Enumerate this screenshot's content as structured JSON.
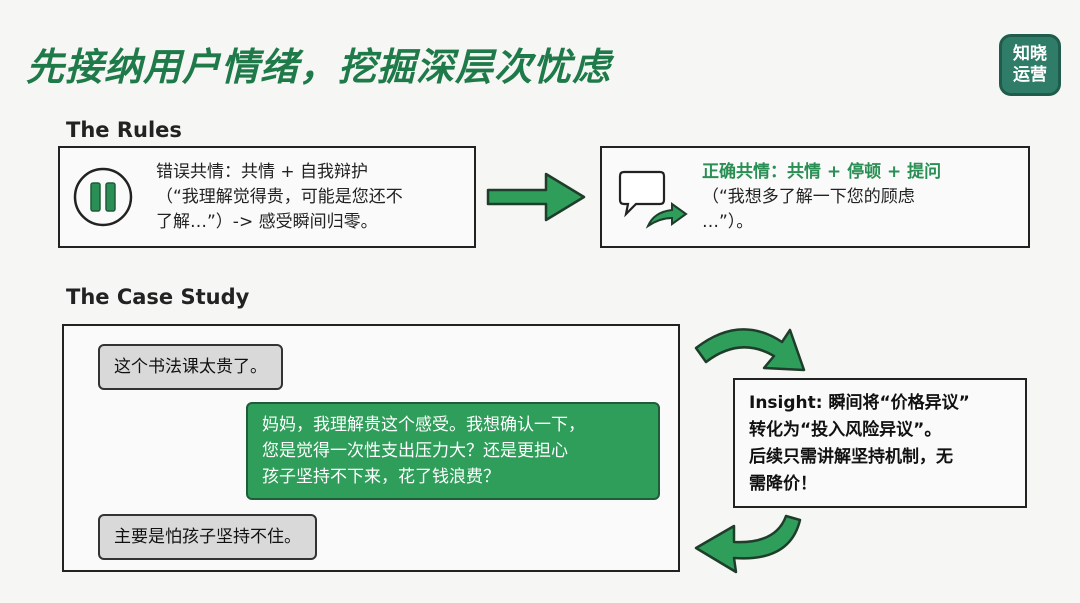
{
  "title": "先接纳用户情绪，挖掘深层次忧虑",
  "logo": {
    "line1": "知晓",
    "line2": "运营"
  },
  "rules": {
    "heading": "The Rules",
    "wrong": {
      "head": "错误共情：共情 + 自我辩护",
      "line2": "（“我理解觉得贵，可能是您还不",
      "line3": "了解…”）-> 感受瞬间归零。"
    },
    "right": {
      "head": "正确共情：共情 + 停顿 + 提问",
      "line2": "（“我想多了解一下您的顾虑",
      "line3": "…”）。"
    }
  },
  "case": {
    "heading": "The Case Study",
    "msg1": "这个书法课太贵了。",
    "msg2_l1": "妈妈，我理解贵这个感受。我想确认一下，",
    "msg2_l2": "您是觉得一次性支出压力大？还是更担心",
    "msg2_l3": "孩子坚持不下来，花了钱浪费？",
    "msg3": "主要是怕孩子坚持不住。"
  },
  "insight": {
    "l1": "Insight: 瞬间将“价格异议”",
    "l2": "转化为“投入风险异议”。",
    "l3": "后续只需讲解坚持机制，无",
    "l4": "需降价！"
  },
  "colors": {
    "accent": "#2a8f55",
    "bubble_green": "#2f9e5a",
    "bubble_gray": "#d9d9d9"
  }
}
